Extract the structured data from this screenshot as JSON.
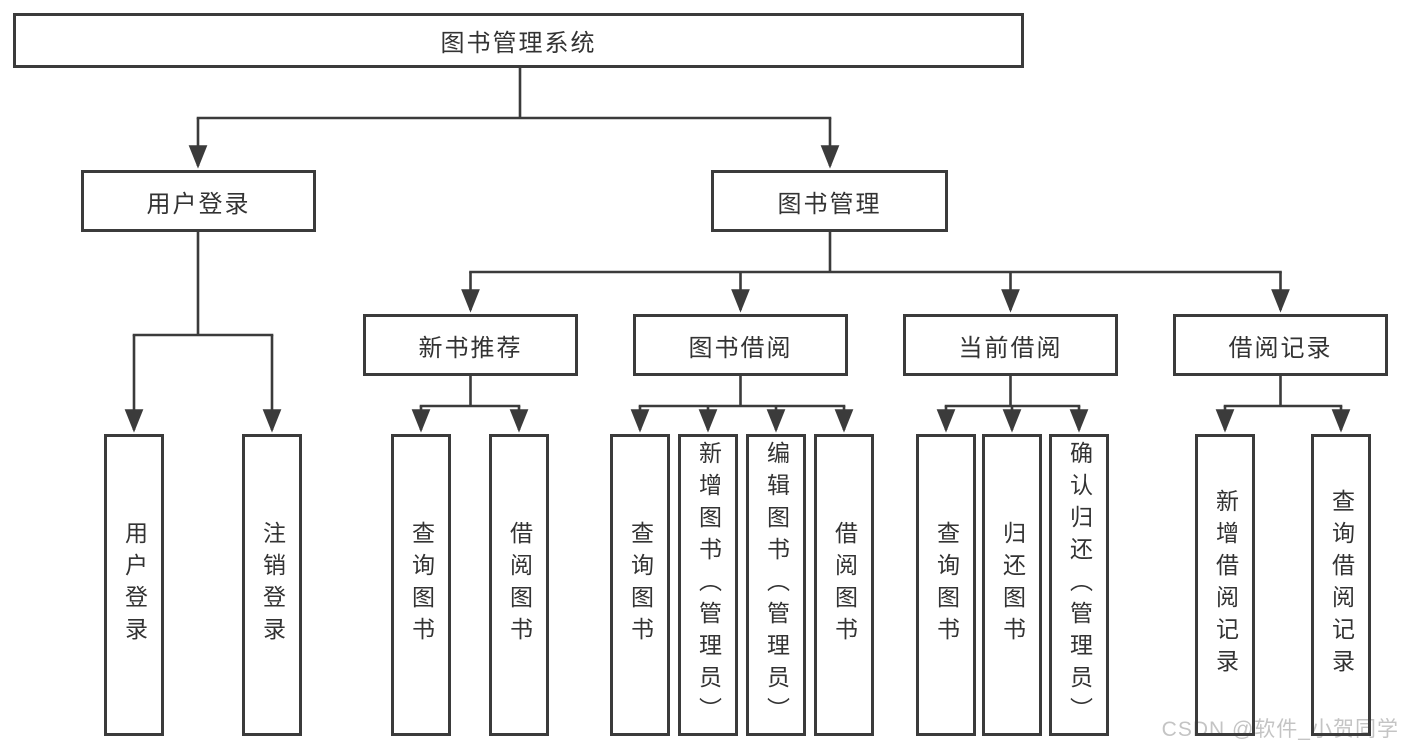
{
  "diagram": {
    "root": {
      "label": "图书管理系统",
      "children": [
        {
          "label": "用户登录",
          "children": [
            {
              "label": "用户登录"
            },
            {
              "label": "注销登录"
            }
          ]
        },
        {
          "label": "图书管理",
          "children": [
            {
              "label": "新书推荐",
              "children": [
                {
                  "label": "查询图书"
                },
                {
                  "label": "借阅图书"
                }
              ]
            },
            {
              "label": "图书借阅",
              "children": [
                {
                  "label": "查询图书"
                },
                {
                  "label": "新增图书（管理员）"
                },
                {
                  "label": "编辑图书（管理员）"
                },
                {
                  "label": "借阅图书"
                }
              ]
            },
            {
              "label": "当前借阅",
              "children": [
                {
                  "label": "查询图书"
                },
                {
                  "label": "归还图书"
                },
                {
                  "label": "确认归还（管理员）"
                }
              ]
            },
            {
              "label": "借阅记录",
              "children": [
                {
                  "label": "新增借阅记录"
                },
                {
                  "label": "查询借阅记录"
                }
              ]
            }
          ]
        }
      ]
    }
  },
  "watermark": {
    "text": "CSDN @软件_小贺同学"
  },
  "colors": {
    "line": "#3b3b3b",
    "box_border": "#3b3b3b",
    "text": "#333333",
    "background": "#ffffff",
    "watermark": "#c4c4c4"
  }
}
